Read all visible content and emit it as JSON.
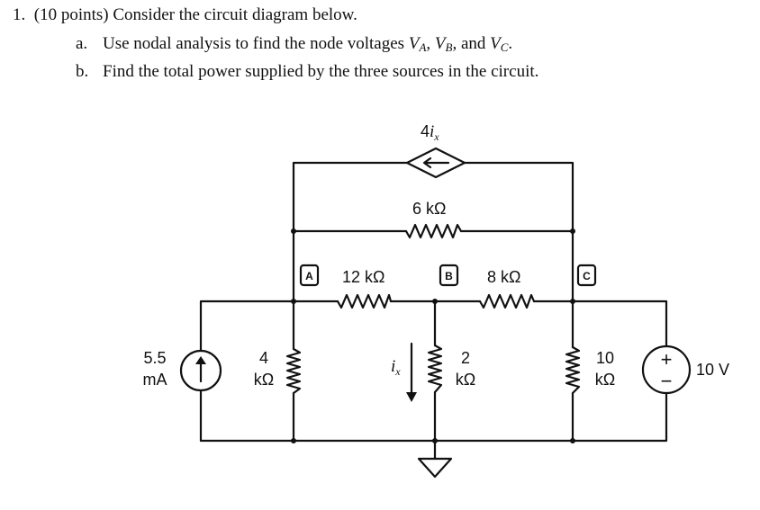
{
  "question": {
    "number": "1.",
    "points": "(10 points) Consider the circuit diagram below.",
    "part_a_label": "a.",
    "part_a_text": "Use nodal analysis to find the node voltages ",
    "part_a_va": "V",
    "part_a_va_sub": "A",
    "part_a_sep1": ", ",
    "part_a_vb": "V",
    "part_a_vb_sub": "B",
    "part_a_sep2": ", and ",
    "part_a_vc": "V",
    "part_a_vc_sub": "C",
    "part_a_end": ".",
    "part_b_label": "b.",
    "part_b_text": "Find the total power supplied by the three sources in the circuit."
  },
  "circuit": {
    "dep_source_gain": "4",
    "dep_source_var": "i",
    "dep_source_sub": "x",
    "r_top": "6 kΩ",
    "node_a": "A",
    "node_b": "B",
    "node_c": "C",
    "r_ab": "12 kΩ",
    "r_bc": "8 kΩ",
    "current_source_value": "5.5",
    "current_source_unit": "mA",
    "r_a_value": "4",
    "r_a_unit": "kΩ",
    "ix_var": "i",
    "ix_sub": "x",
    "r_b_value": "2",
    "r_b_unit": "kΩ",
    "r_c_value": "10",
    "r_c_unit": "kΩ",
    "voltage_source_plus": "+",
    "voltage_source_minus": "−",
    "voltage_source_value": "10 V"
  }
}
